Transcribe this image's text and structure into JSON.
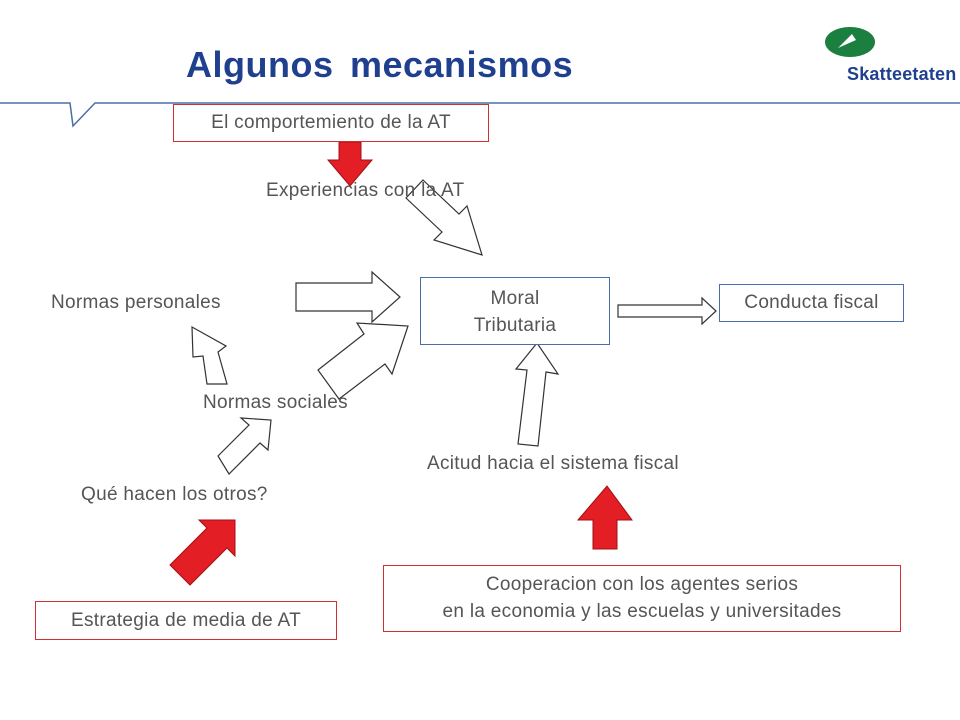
{
  "header": {
    "title": "Algunos mecanismos",
    "logo_text": "Skatteetaten"
  },
  "colors": {
    "title": "#1f3f8f",
    "red_arrow": "#e31e24",
    "red_border": "#d03030",
    "blue_border": "#4a6ea8",
    "text": "#555555",
    "logo_green": "#1b7f3f"
  },
  "diagram": {
    "comportamiento_at": "El comportemiento de la AT",
    "experiencias": "Experiencias con la AT",
    "normas_personales": "Normas personales",
    "moral_line1": "Moral",
    "moral_line2": "Tributaria",
    "conducta_fiscal": "Conducta fiscal",
    "normas_sociales": "Normas sociales",
    "actitud": "Acitud hacia el sistema fiscal",
    "que_hacen": "Qué hacen los otros?",
    "cooperacion_line1": "Cooperacion con los agentes serios",
    "cooperacion_line2": "en la economia y las escuelas y universitades",
    "estrategia": "Estrategia de media de AT"
  }
}
